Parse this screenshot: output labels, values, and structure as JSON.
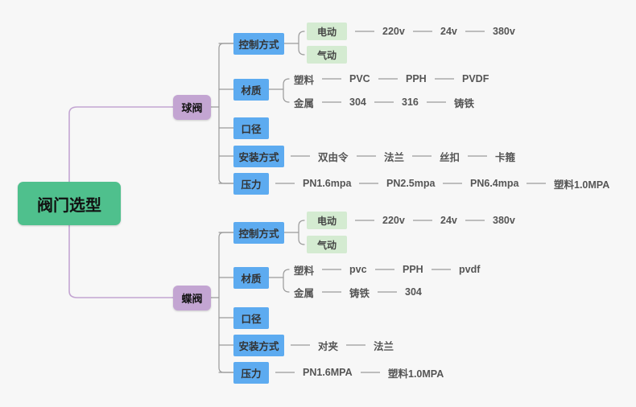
{
  "canvas": {
    "background": "#f7f7f7",
    "root_color": "#4fc08d",
    "branch_color": "#c3a5d2",
    "topic_color": "#5dabf0",
    "leafbox_color": "#d4ebd1",
    "text_color": "#555555",
    "link_color": "#9a9a9a"
  },
  "root": {
    "label": "阀门选型"
  },
  "branches": [
    {
      "label": "球阀",
      "topics": [
        {
          "label": "控制方式",
          "children": [
            {
              "label": "电动",
              "boxed": true,
              "items": [
                "220v",
                "24v",
                "380v"
              ]
            },
            {
              "label": "气动",
              "boxed": true,
              "items": []
            }
          ]
        },
        {
          "label": "材质",
          "children": [
            {
              "label": "塑料",
              "boxed": false,
              "items": [
                "PVC",
                "PPH",
                "PVDF"
              ]
            },
            {
              "label": "金属",
              "boxed": false,
              "items": [
                "304",
                "316",
                "铸铁"
              ]
            }
          ]
        },
        {
          "label": "口径",
          "children": []
        },
        {
          "label": "安装方式",
          "children": [
            {
              "label": "双由令",
              "boxed": false,
              "items": [
                "法兰",
                "丝扣",
                "卡箍"
              ]
            }
          ]
        },
        {
          "label": "压力",
          "children": [
            {
              "label": "PN1.6mpa",
              "boxed": false,
              "items": [
                "PN2.5mpa",
                "PN6.4mpa",
                "塑料1.0MPA"
              ]
            }
          ]
        }
      ]
    },
    {
      "label": "蝶阀",
      "topics": [
        {
          "label": "控制方式",
          "children": [
            {
              "label": "电动",
              "boxed": true,
              "items": [
                "220v",
                "24v",
                "380v"
              ]
            },
            {
              "label": "气动",
              "boxed": true,
              "items": []
            }
          ]
        },
        {
          "label": "材质",
          "children": [
            {
              "label": "塑料",
              "boxed": false,
              "items": [
                "pvc",
                "PPH",
                "pvdf"
              ]
            },
            {
              "label": "金属",
              "boxed": false,
              "items": [
                "铸铁",
                "304"
              ]
            }
          ]
        },
        {
          "label": "口径",
          "children": []
        },
        {
          "label": "安装方式",
          "children": [
            {
              "label": "对夹",
              "boxed": false,
              "items": [
                "法兰"
              ]
            }
          ]
        },
        {
          "label": "压力",
          "children": [
            {
              "label": "PN1.6MPA",
              "boxed": false,
              "items": [
                "塑料1.0MPA"
              ]
            }
          ]
        }
      ]
    }
  ]
}
